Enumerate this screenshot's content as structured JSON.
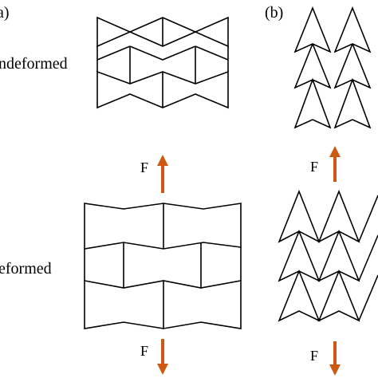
{
  "panels": {
    "a": {
      "label": "a)",
      "undeformed_label": "ndeformed",
      "deformed_label": "eformed"
    },
    "b": {
      "label": "(b)"
    }
  },
  "force": {
    "label": "F",
    "color": "#cc5a12"
  }
}
